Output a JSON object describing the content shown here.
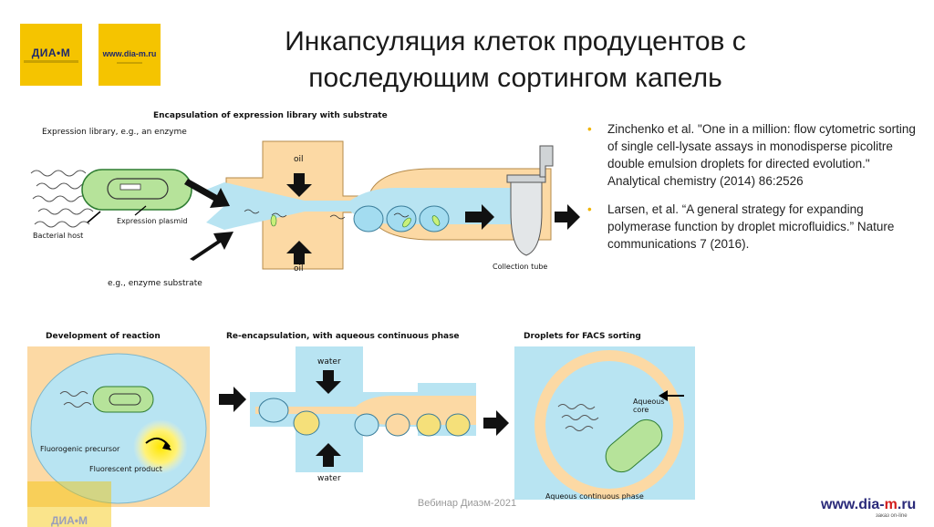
{
  "logos": {
    "left_name": "ДИА•М",
    "right_url": "www.dia-m.ru"
  },
  "title": {
    "line1": "Инкапсуляция клеток продуцентов с",
    "line2": "последующим сортингом капель"
  },
  "top_diagram": {
    "heading": "Encapsulation of expression library with substrate",
    "expression_library": "Expression library, e.g., an enzyme",
    "expression_plasmid": "Expression plasmid",
    "bacterial_host": "Bacterial host",
    "enzyme_substrate": "e.g., enzyme substrate",
    "oil_top": "oil",
    "oil_bottom": "oil",
    "collection_tube": "Collection tube"
  },
  "references": [
    "Zinchenko et al. \"One in a million: flow cytometric sorting of single cell-lysate assays in monodisperse picolitre double emulsion droplets for directed evolution.\" Analytical chemistry (2014) 86:2526",
    "Larsen, et al. “A general strategy for expanding polymerase function by droplet microfluidics.” Nature communications 7 (2016)."
  ],
  "bottom_panels": {
    "development_heading": "Development of reaction",
    "fluorogenic_precursor": "Fluorogenic precursor",
    "fluorescent_product": "Fluorescent product",
    "reencapsulation_heading": "Re-encapsulation, with aqueous continuous phase",
    "water_top": "water",
    "water_bottom": "water",
    "droplets_heading": "Droplets for FACS sorting",
    "aqueous_core": "Aqueous core",
    "aqueous_continuous_phase": "Aqueous continuous phase"
  },
  "footer": {
    "webinar": "Вебинар Диаэм-2021",
    "brand_prefix": "www.dia-",
    "brand_m": "m",
    "brand_suffix": ".ru",
    "brand_sub": "заказ on-line"
  },
  "colors": {
    "logo_yellow": "#f5c400",
    "oil_orange": "#fcd9a4",
    "water_blue": "#b8e4f2",
    "droplet_blue": "#a3dcf0",
    "cell_green": "#b6e39a",
    "bullet_yellow": "#f0b400"
  }
}
